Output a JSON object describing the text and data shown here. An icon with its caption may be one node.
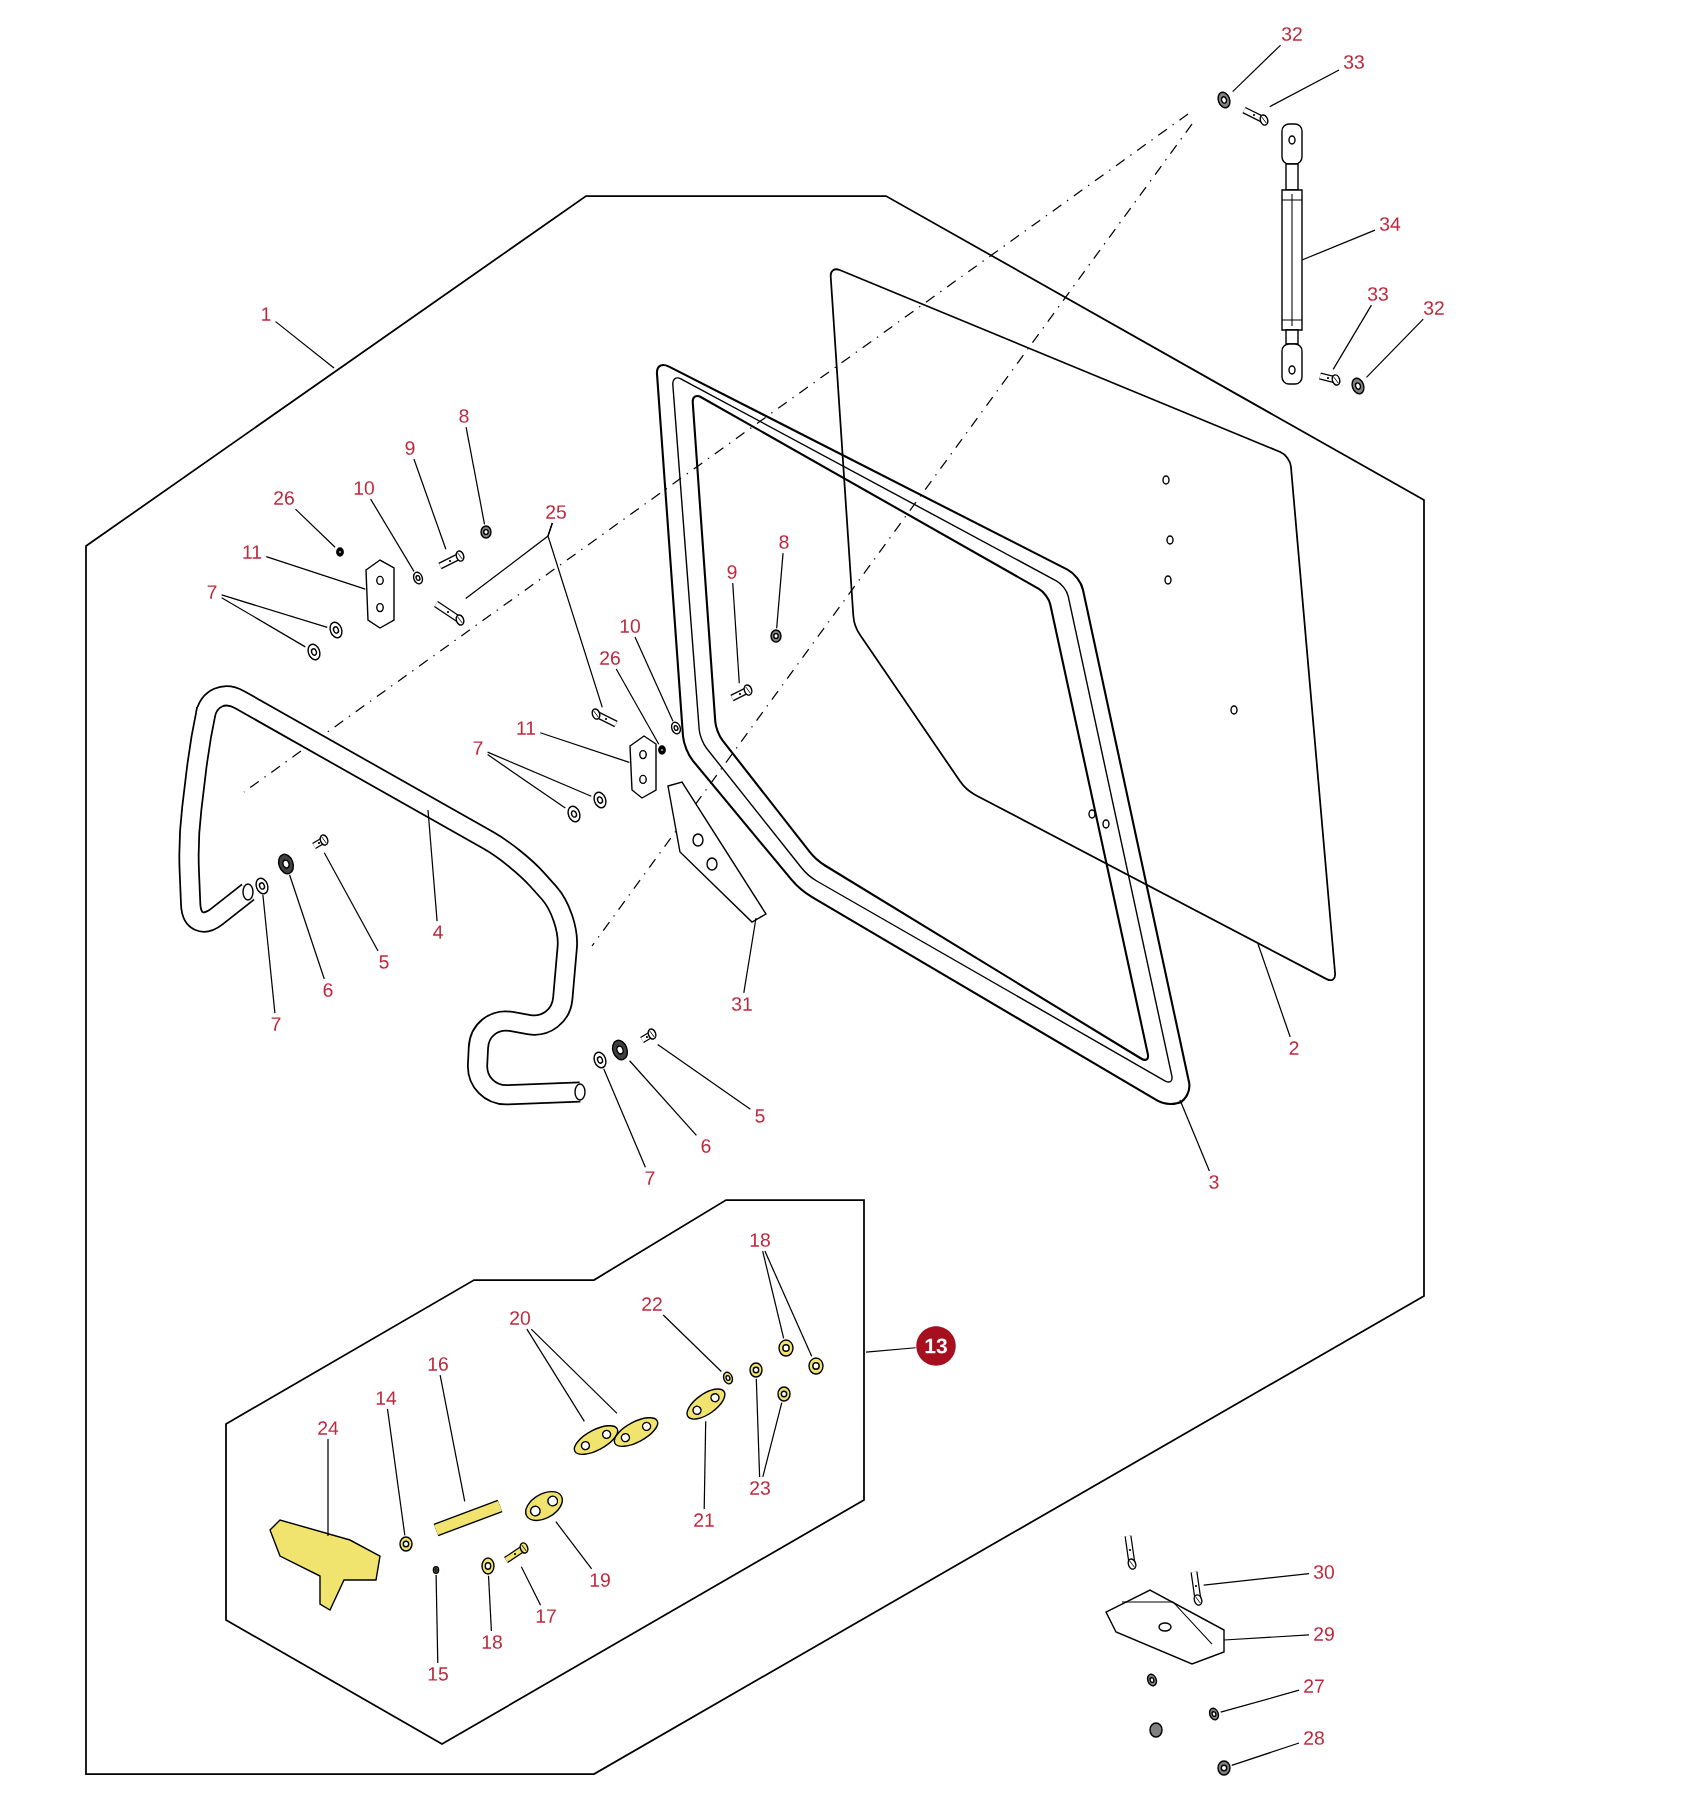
{
  "diagram": {
    "nodes": [
      {
        "text": [],
        "shape": "box"
      },
      {
        "text": [],
        "shape": "box",
        "in": 0
      },
      {
        "text": [
          "1"
        ]
      },
      {
        "text": [
          "2"
        ],
        "in": 0
      },
      {
        "text": [
          "3"
        ],
        "in": 0
      },
      {
        "text": [
          "4"
        ],
        "in": 50
      },
      {
        "text": [
          "5"
        ],
        "in": 50
      },
      {
        "text": [
          "6"
        ],
        "in": 50
      },
      {
        "text": [
          "7"
        ],
        "in": 50
      },
      {
        "text": [
          "7"
        ],
        "in": 0
      },
      {
        "text": [
          "11"
        ],
        "in": 0
      },
      {
        "text": [
          "26"
        ],
        "in": 0
      },
      {
        "text": [
          "10"
        ],
        "in": 0
      },
      {
        "text": [
          "9"
        ],
        "in": 0
      },
      {
        "text": [
          "8"
        ],
        "in": 0
      },
      {
        "text": [
          "25"
        ],
        "in": 0
      },
      {
        "text": [
          "11"
        ],
        "in": 50
      },
      {
        "text": [
          "7"
        ],
        "in": 50
      },
      {
        "text": [
          "26"
        ],
        "in": 0
      },
      {
        "text": [
          "10"
        ],
        "in": 0
      },
      {
        "text": [
          "9"
        ],
        "in": 49
      },
      {
        "text": [
          "8"
        ],
        "in": 49
      },
      {
        "text": [
          "31"
        ],
        "in": 0
      },
      {
        "text": [
          "5"
        ],
        "in": 0
      },
      {
        "text": [
          "6"
        ],
        "in": 0
      },
      {
        "text": [
          "7"
        ],
        "in": 0
      },
      {
        "text": [
          "32"
        ]
      },
      {
        "text": [
          "33"
        ]
      },
      {
        "text": [
          "34"
        ]
      },
      {
        "text": [
          "33"
        ]
      },
      {
        "text": [
          "32"
        ]
      },
      {
        "text": [
          "18"
        ],
        "in": 1
      },
      {
        "text": [
          "22"
        ],
        "in": 1
      },
      {
        "text": [
          "20"
        ],
        "in": 1
      },
      {
        "text": [
          "16"
        ],
        "in": 1
      },
      {
        "text": [
          "14"
        ],
        "in": 1
      },
      {
        "text": [
          "24"
        ],
        "in": 1
      },
      {
        "text": [
          "23"
        ],
        "in": 1
      },
      {
        "text": [
          "21"
        ],
        "in": 1
      },
      {
        "text": [
          "19"
        ],
        "in": 1
      },
      {
        "text": [
          "17"
        ],
        "in": 1
      },
      {
        "text": [
          "18"
        ],
        "in": 1
      },
      {
        "text": [
          "15"
        ],
        "in": 1
      },
      {
        "text": [
          "13"
        ],
        "in": 0
      },
      {
        "text": [
          "30"
        ]
      },
      {
        "text": [
          "29"
        ]
      },
      {
        "text": [
          "27"
        ]
      },
      {
        "text": [
          "28"
        ]
      },
      {
        "text": [],
        "shape": "picture",
        "in": 0
      },
      {
        "text": [],
        "shape": "picture",
        "in": 0
      },
      {
        "text": [],
        "shape": "picture",
        "in": 0
      },
      {
        "text": [],
        "shape": "picture",
        "in": 50
      },
      {
        "text": [],
        "shape": "picture",
        "in": 50
      },
      {
        "text": [],
        "shape": "picture",
        "in": 50
      },
      {
        "text": [],
        "shape": "picture",
        "in": 0
      },
      {
        "text": [],
        "shape": "picture",
        "in": 0
      },
      {
        "text": [],
        "shape": "picture",
        "in": 0
      },
      {
        "text": [],
        "shape": "picture",
        "in": 0
      },
      {
        "text": [],
        "shape": "picture",
        "in": 0
      },
      {
        "text": [],
        "shape": "picture",
        "in": 0
      },
      {
        "text": [],
        "shape": "picture",
        "in": 0
      },
      {
        "text": [],
        "shape": "picture",
        "in": 0
      },
      {
        "text": [],
        "shape": "picture",
        "in": 0
      },
      {
        "text": [],
        "shape": "picture",
        "in": 0
      },
      {
        "text": [],
        "shape": "picture",
        "in": 0
      },
      {
        "text": [],
        "shape": "picture",
        "in": 50
      },
      {
        "text": [],
        "shape": "picture",
        "in": 0
      },
      {
        "text": [],
        "shape": "picture",
        "in": 0
      },
      {
        "text": [],
        "shape": "picture",
        "in": 49
      },
      {
        "text": [],
        "shape": "picture",
        "in": 49
      },
      {
        "text": [],
        "shape": "picture",
        "in": 0
      },
      {
        "text": [],
        "shape": "picture",
        "in": 0
      },
      {
        "text": [],
        "shape": "picture",
        "in": 0
      },
      {
        "text": [],
        "shape": "picture",
        "in": 0
      },
      {
        "text": [],
        "shape": "picture"
      },
      {
        "text": [],
        "shape": "picture"
      },
      {
        "text": [],
        "shape": "picture"
      },
      {
        "text": [],
        "shape": "picture"
      },
      {
        "text": [],
        "shape": "picture"
      },
      {
        "text": [],
        "shape": "picture",
        "in": 1
      },
      {
        "text": [],
        "shape": "picture",
        "in": 1
      },
      {
        "text": [],
        "shape": "picture",
        "in": 1
      },
      {
        "text": [],
        "shape": "picture",
        "in": 1
      },
      {
        "text": [],
        "shape": "picture",
        "in": 1
      },
      {
        "text": [],
        "shape": "picture",
        "in": 1
      },
      {
        "text": [],
        "shape": "picture",
        "in": 1
      },
      {
        "text": [],
        "shape": "picture",
        "in": 1
      },
      {
        "text": [],
        "shape": "picture",
        "in": 1
      },
      {
        "text": [],
        "shape": "picture",
        "in": 1
      },
      {
        "text": [],
        "shape": "picture",
        "in": 1
      },
      {
        "text": [],
        "shape": "picture",
        "in": 1
      },
      {
        "text": [],
        "shape": "picture",
        "in": 1
      },
      {
        "text": [],
        "shape": "picture",
        "in": 1
      },
      {
        "text": [],
        "shape": "picture",
        "in": 1
      },
      {
        "text": [],
        "shape": "picture"
      },
      {
        "text": [],
        "shape": "picture"
      },
      {
        "text": [],
        "shape": "picture"
      },
      {
        "text": [],
        "shape": "picture"
      }
    ],
    "edges": [
      {
        "from": 2,
        "to": 0,
        "arrow": "none"
      },
      {
        "from": 3,
        "to": 48,
        "arrow": "none"
      },
      {
        "from": 4,
        "to": 49,
        "arrow": "none"
      },
      {
        "from": 5,
        "to": 50,
        "arrow": "none"
      },
      {
        "from": 6,
        "to": 51,
        "arrow": "none"
      },
      {
        "from": 7,
        "to": 52,
        "arrow": "none"
      },
      {
        "from": 8,
        "to": 53,
        "arrow": "none"
      },
      {
        "from": 9,
        "to": 54,
        "arrow": "none"
      },
      {
        "from": 9,
        "to": 55,
        "arrow": "none"
      },
      {
        "from": 10,
        "to": 56,
        "arrow": "none"
      },
      {
        "from": 11,
        "to": 57,
        "arrow": "none"
      },
      {
        "from": 12,
        "to": 58,
        "arrow": "none"
      },
      {
        "from": 13,
        "to": 59,
        "arrow": "none"
      },
      {
        "from": 14,
        "to": 60,
        "arrow": "none"
      },
      {
        "from": 15,
        "to": 61,
        "arrow": "none"
      },
      {
        "from": 15,
        "to": 62,
        "arrow": "none"
      },
      {
        "from": 16,
        "to": 63,
        "arrow": "none"
      },
      {
        "from": 17,
        "to": 64,
        "arrow": "none"
      },
      {
        "from": 17,
        "to": 65,
        "arrow": "none"
      },
      {
        "from": 18,
        "to": 66,
        "arrow": "none"
      },
      {
        "from": 19,
        "to": 67,
        "arrow": "none"
      },
      {
        "from": 20,
        "to": 68,
        "arrow": "none"
      },
      {
        "from": 21,
        "to": 69,
        "arrow": "none"
      },
      {
        "from": 22,
        "to": 70,
        "arrow": "none"
      },
      {
        "from": 23,
        "to": 71,
        "arrow": "none"
      },
      {
        "from": 24,
        "to": 72,
        "arrow": "none"
      },
      {
        "from": 25,
        "to": 73,
        "arrow": "none"
      },
      {
        "from": 26,
        "to": 74,
        "arrow": "none"
      },
      {
        "from": 27,
        "to": 75,
        "arrow": "none"
      },
      {
        "from": 28,
        "to": 76,
        "arrow": "none"
      },
      {
        "from": 29,
        "to": 77,
        "arrow": "none"
      },
      {
        "from": 30,
        "to": 78,
        "arrow": "none"
      },
      {
        "from": 31,
        "to": 79,
        "arrow": "none"
      },
      {
        "from": 31,
        "to": 80,
        "arrow": "none"
      },
      {
        "from": 32,
        "to": 81,
        "arrow": "none"
      },
      {
        "from": 33,
        "to": 82,
        "arrow": "none"
      },
      {
        "from": 33,
        "to": 83,
        "arrow": "none"
      },
      {
        "from": 34,
        "to": 84,
        "arrow": "none"
      },
      {
        "from": 35,
        "to": 85,
        "arrow": "none"
      },
      {
        "from": 36,
        "to": 86,
        "arrow": "none"
      },
      {
        "from": 37,
        "to": 87,
        "arrow": "none"
      },
      {
        "from": 37,
        "to": 88,
        "arrow": "none"
      },
      {
        "from": 38,
        "to": 89,
        "arrow": "none"
      },
      {
        "from": 39,
        "to": 90,
        "arrow": "none"
      },
      {
        "from": 40,
        "to": 91,
        "arrow": "none"
      },
      {
        "from": 41,
        "to": 92,
        "arrow": "none"
      },
      {
        "from": 42,
        "to": 93,
        "arrow": "none"
      },
      {
        "from": 43,
        "to": 1,
        "arrow": "none"
      },
      {
        "from": 44,
        "to": 94,
        "arrow": "none"
      },
      {
        "from": 45,
        "to": 95,
        "arrow": "none"
      },
      {
        "from": 46,
        "to": 96,
        "arrow": "none"
      },
      {
        "from": 47,
        "to": 97,
        "arrow": "none"
      }
    ]
  }
}
